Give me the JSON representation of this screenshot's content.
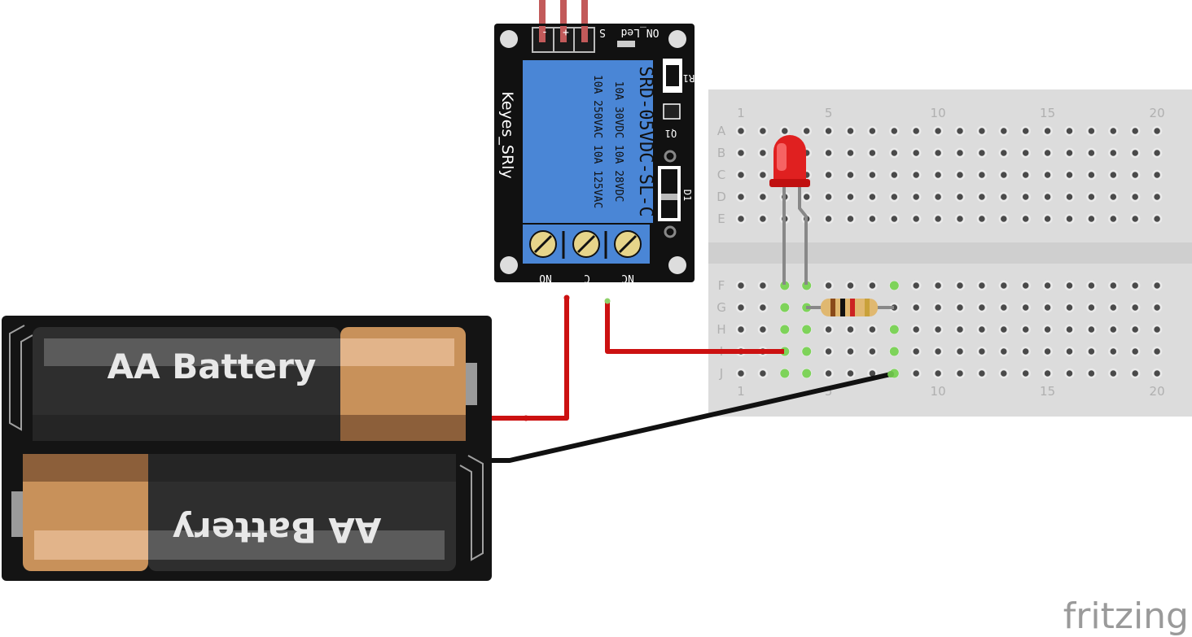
{
  "relay": {
    "model": "SRD-05VDC-SL-C",
    "brand": "Keyes_SRly",
    "rating_line_1": "10A 250VAC  10A 125VAC",
    "rating_line_2": "10A  30VDC  10A  28VDC",
    "pin_labels": [
      "-",
      "+",
      "S"
    ],
    "led_label": "ON_Led",
    "r1_label": "R1",
    "q1_label": "Q1",
    "d1_label": "D1",
    "terminal_labels": [
      "NO",
      "C",
      "NC"
    ],
    "pcb_color": "#111111",
    "relay_color": "#4a86d6"
  },
  "breadboard": {
    "row_labels_top": [
      "A",
      "B",
      "C",
      "D",
      "E"
    ],
    "row_labels_bottom": [
      "F",
      "G",
      "H",
      "I",
      "J"
    ],
    "column_numbers": [
      "1",
      "5",
      "10",
      "15",
      "20"
    ],
    "columns": 20,
    "body_color": "#dcdcdc"
  },
  "battery_pack": {
    "cell_1_label": "AA Battery",
    "cell_2_label": "AA Battery",
    "cell_body_color": "#2e2e2e",
    "cell_cap_color": "#c8915a"
  },
  "components": {
    "led_color": "#e02020",
    "resistor_color": "#e0b870"
  },
  "wires": {
    "positive_color": "#cc1111",
    "negative_color": "#111111"
  },
  "watermark": "fritzing"
}
